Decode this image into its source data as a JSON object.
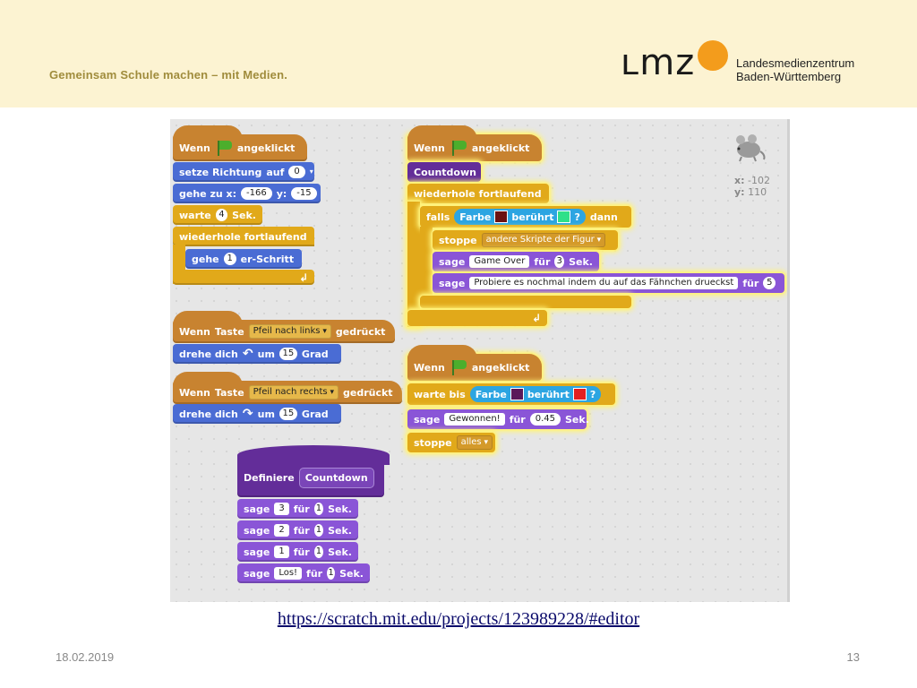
{
  "header": {
    "tagline": "Gemeinsam Schule machen – mit Medien.",
    "logo_word": "LMZ",
    "logo_line1": "Landesmedienzentrum",
    "logo_line2": "Baden-Württemberg",
    "logo_dot_color": "#f39c1c"
  },
  "sprite": {
    "x_label": "x:",
    "x_value": "-102",
    "y_label": "y:",
    "y_value": "110",
    "icon": "mouse-sprite-icon"
  },
  "script1": {
    "hat_when": "Wenn",
    "hat_clicked": "angeklickt",
    "dir_a": "setze Richtung",
    "dir_b": "auf",
    "dir_val": "0",
    "goto_a": "gehe zu x:",
    "goto_x": "-166",
    "goto_b": "y:",
    "goto_y": "-15",
    "wait_a": "warte",
    "wait_val": "4",
    "wait_b": "Sek.",
    "loop": "wiederhole fortlaufend",
    "move_a": "gehe",
    "move_val": "1",
    "move_b": "er-Schritt"
  },
  "script2": {
    "when": "Wenn",
    "key": "Taste",
    "key_val": "Pfeil nach links",
    "pressed": "gedrückt",
    "turn_a": "drehe dich",
    "turn_b": "um",
    "turn_val": "15",
    "turn_c": "Grad"
  },
  "script3": {
    "when": "Wenn",
    "key": "Taste",
    "key_val": "Pfeil nach rechts",
    "pressed": "gedrückt",
    "turn_a": "drehe dich",
    "turn_b": "um",
    "turn_val": "15",
    "turn_c": "Grad"
  },
  "define": {
    "label": "Definiere",
    "name": "Countdown",
    "rows": [
      {
        "a": "sage",
        "val": "3",
        "b": "für",
        "n": "1",
        "c": "Sek."
      },
      {
        "a": "sage",
        "val": "2",
        "b": "für",
        "n": "1",
        "c": "Sek."
      },
      {
        "a": "sage",
        "val": "1",
        "b": "für",
        "n": "1",
        "c": "Sek."
      },
      {
        "a": "sage",
        "val": "Los!",
        "b": "für",
        "n": "1",
        "c": "Sek."
      }
    ]
  },
  "script4": {
    "hat_when": "Wenn",
    "hat_clicked": "angeklickt",
    "countdown": "Countdown",
    "loop": "wiederhole fortlaufend",
    "if_a": "falls",
    "color_a": "Farbe",
    "color_b": "berührt",
    "color_c": "?",
    "if_b": "dann",
    "color1": "#6b1212",
    "color2": "#2ee08a",
    "stop_a": "stoppe",
    "stop_val": "andere Skripte der Figur",
    "say1_a": "sage",
    "say1_val": "Game Over",
    "say1_b": "für",
    "say1_n": "3",
    "say1_c": "Sek.",
    "say2_a": "sage",
    "say2_val": "Probiere es nochmal indem du auf das Fähnchen drueckst",
    "say2_b": "für",
    "say2_n": "5"
  },
  "script5": {
    "hat_when": "Wenn",
    "hat_clicked": "angeklickt",
    "wait_a": "warte bis",
    "color_a": "Farbe",
    "color_b": "berührt",
    "color_c": "?",
    "color1": "#5a1a5a",
    "color2": "#e32020",
    "say_a": "sage",
    "say_val": "Gewonnen!",
    "say_b": "für",
    "say_n": "0.45",
    "say_c": "Sek.",
    "stop_a": "stoppe",
    "stop_val": "alles"
  },
  "link": "https://scratch.mit.edu/projects/123989228/#editor",
  "footer": {
    "date": "18.02.2019",
    "page": "13"
  }
}
